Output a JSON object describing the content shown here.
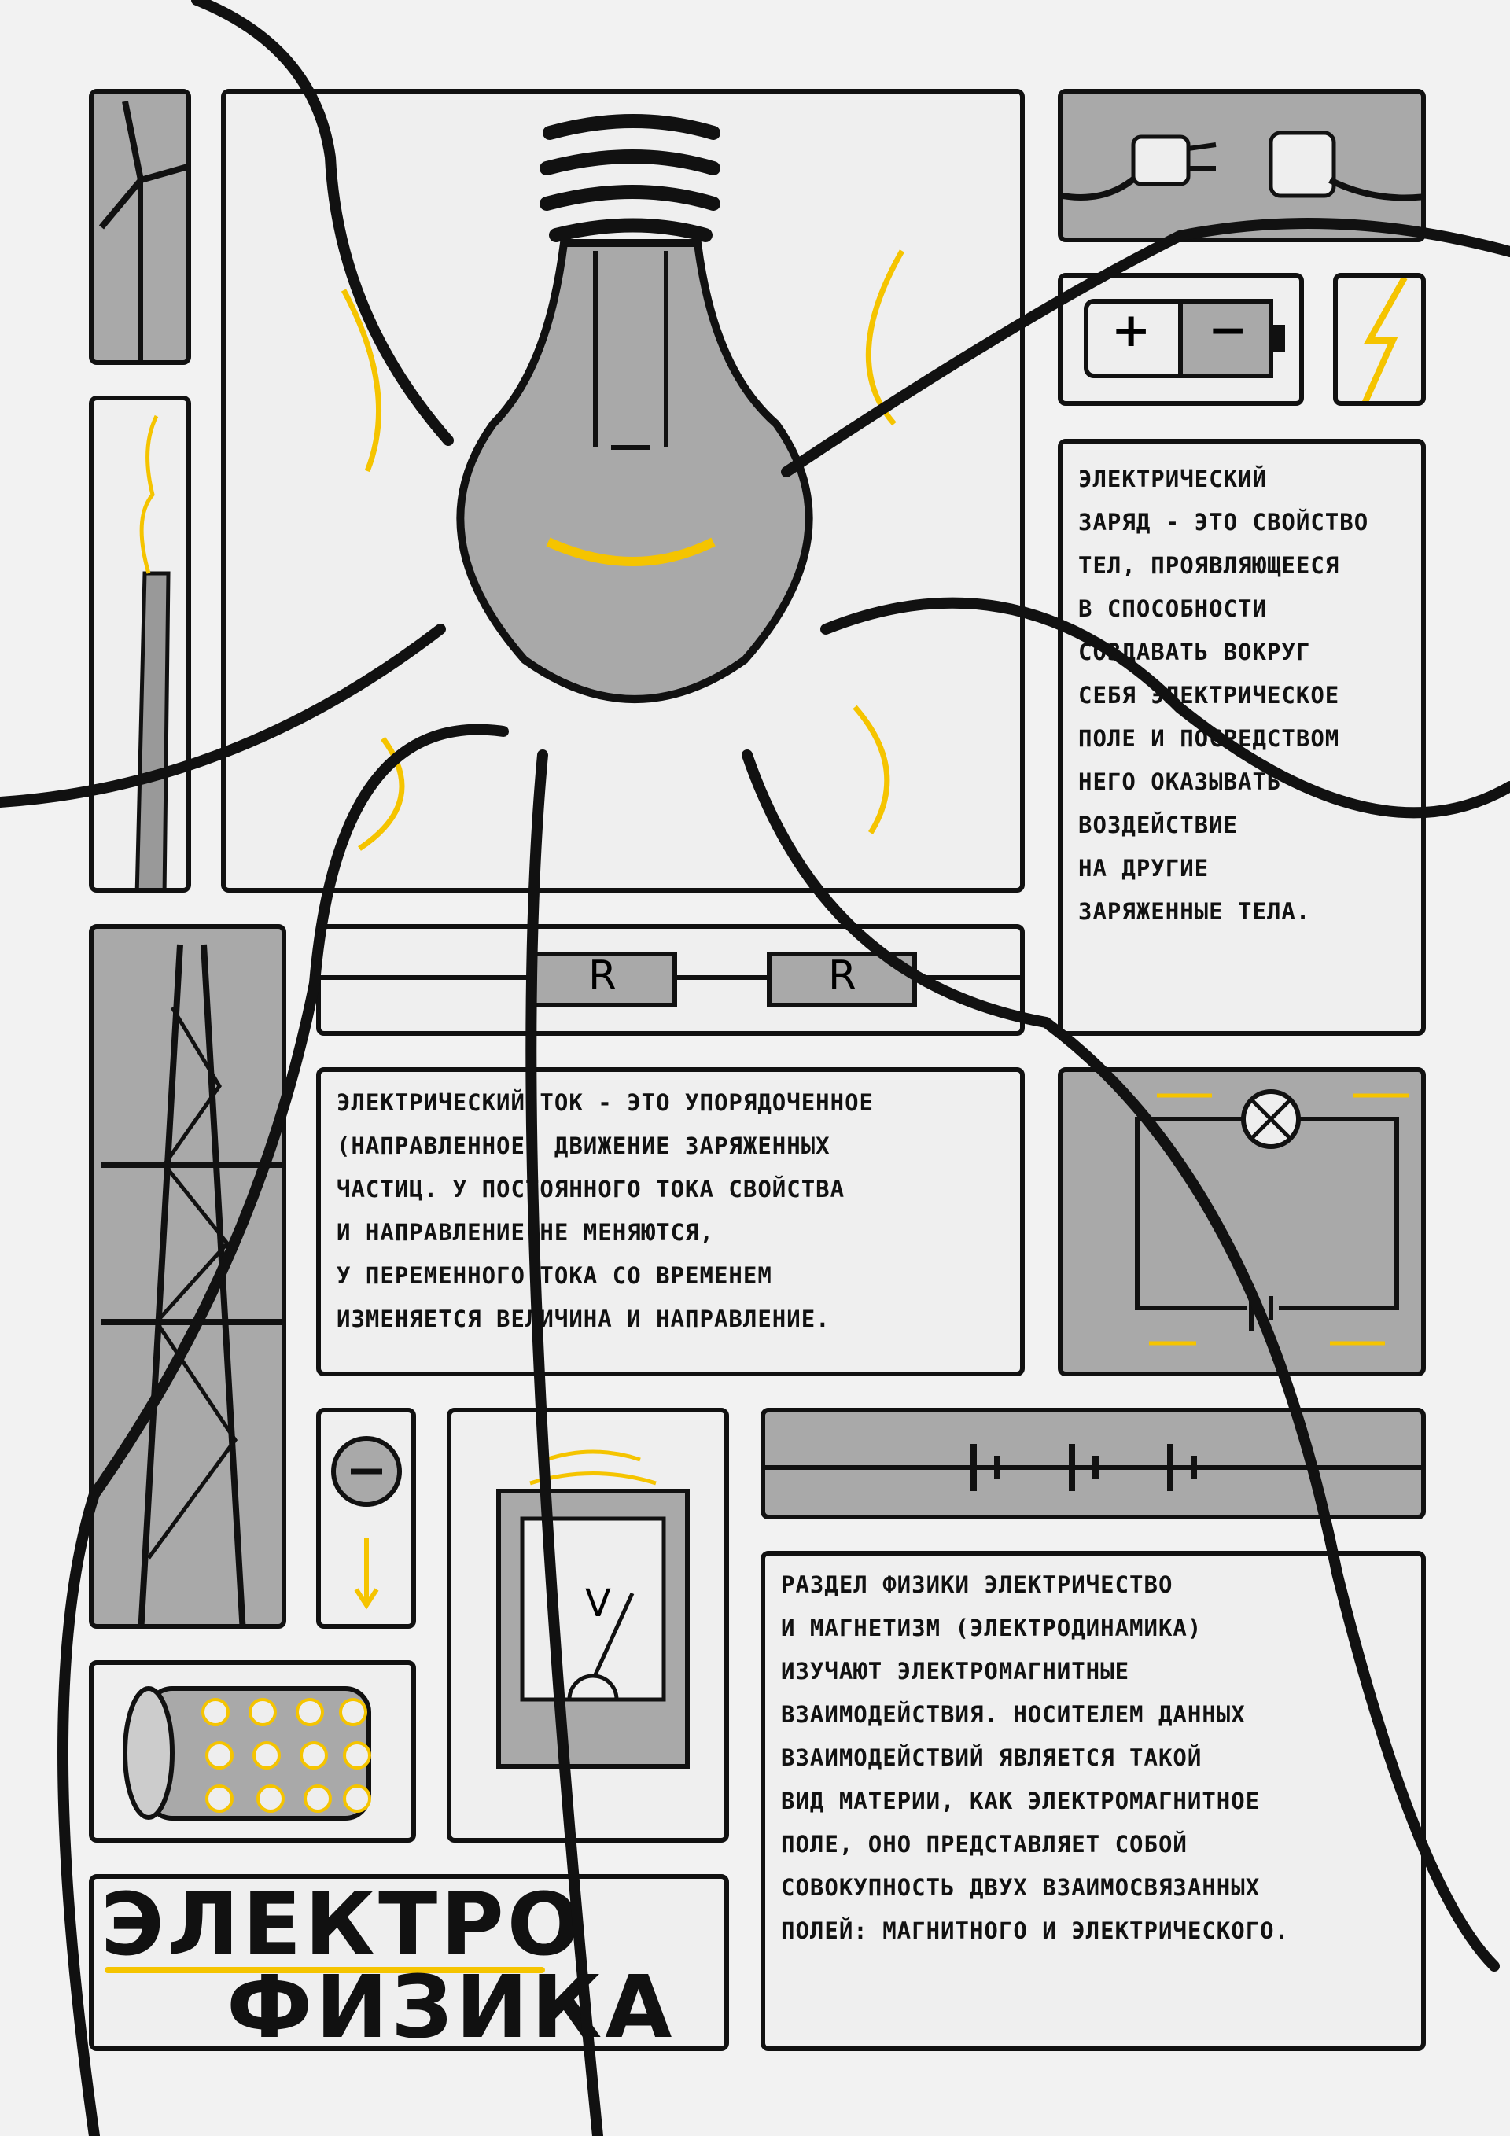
{
  "title": {
    "line1": "ЭЛЕКТРО",
    "line2": "ФИЗИКА"
  },
  "charge_text": [
    "электрический",
    "заряд - это свойство",
    "тел, проявляющееся",
    "в способности",
    "создавать вокруг",
    "себя электрическое",
    "поле и посредством",
    "него оказывать",
    "воздействие",
    "на другие",
    "заряженные тела."
  ],
  "current_text": [
    "электрический ток - это упорядоченное",
    "(направленное) движение заряженных",
    "частиц. у постоянного тока свойства",
    "и направление не меняются,",
    "у переменного тока со временем",
    "изменяется величина и направление."
  ],
  "em_text": [
    "раздел физики электричество",
    "и магнетизм (электродинамика)",
    "изучают электромагнитные",
    "взаимодействия. носителем данных",
    "взаимодействий является такой",
    "вид материи, как электромагнитное",
    "поле, оно представляет собой",
    "совокупность двух взаимосвязанных",
    "полей: магнитного и электрического."
  ],
  "resistors": {
    "r1": "R",
    "r2": "R"
  },
  "voltmeter": {
    "unit": "V"
  },
  "battery": {
    "plus": "+",
    "minus": "−"
  },
  "colors": {
    "accent": "#f5c400",
    "ink": "#111111",
    "panel_gray": "#a9a9a9",
    "paper": "#f2f2f2"
  }
}
